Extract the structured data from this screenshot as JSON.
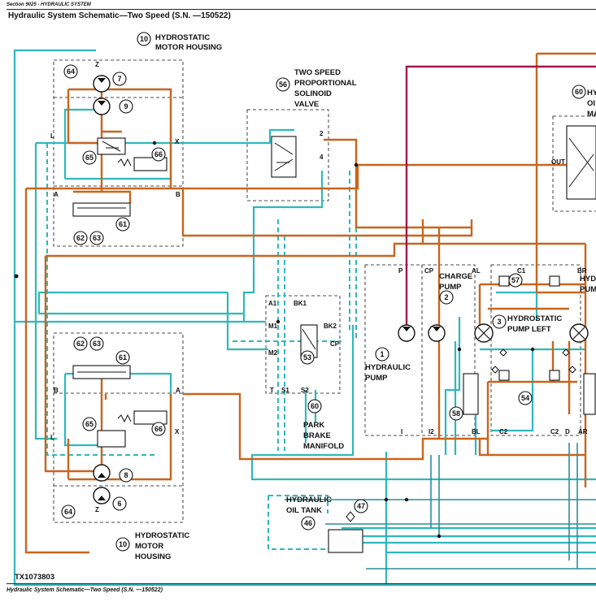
{
  "header": {
    "section": "Section 9025 - HYDRAULIC SYSTEM",
    "title": "Hydraulic System Schematic—Two Speed (S.N. —150522)"
  },
  "footer": {
    "figure_id": "TX1073803",
    "caption": "Hydraulic System Schematic—Two Speed (S.N. —150522)"
  },
  "colors": {
    "pressure_line": "#c8651e",
    "charge_line": "#2fb8bb",
    "pilot_line": "#a3174a",
    "return_line": "#2a8d99",
    "outline": "#111111"
  },
  "labels": {
    "motor_housing_top": [
      "HYDROSTATIC",
      "MOTOR HOUSING"
    ],
    "motor_housing_bottom": [
      "HYDROSTATIC",
      "MOTOR",
      "HOUSING"
    ],
    "two_speed_valve": [
      "TWO SPEED",
      "PROPORTIONAL",
      "SOLINOID",
      "VALVE"
    ],
    "park_brake": [
      "PARK",
      "BRAKE",
      "MANIFOLD"
    ],
    "hydraulic_oil_tank": [
      "HYDRAULIC",
      "OIL TANK"
    ],
    "charge_pump": [
      "CHARGE",
      "PUMP"
    ],
    "hydraulic_pump": [
      "HYDRAULIC",
      "PUMP"
    ],
    "pump_left": [
      "HYDROSTATIC",
      "PUMP LEFT"
    ],
    "pump_right_partial": [
      "HYD",
      "PUM"
    ],
    "oil_manifold_partial": [
      "HY",
      "OI",
      "MA"
    ],
    "out": "OUT"
  },
  "port_labels": {
    "X_top": "X",
    "L_top": "L",
    "A_top": "A",
    "B_top": "B",
    "Z_top": "Z",
    "X_bottom": "X",
    "L_bottom": "L",
    "A_bottom": "A",
    "B_bottom": "B",
    "Z_bottom": "Z",
    "valve_port_2": "2",
    "valve_port_4": "4",
    "A1": "A1",
    "M1": "M1",
    "M2": "M2",
    "T": "T",
    "S1": "S1",
    "S2": "S2",
    "BK1": "BK1",
    "BK2": "BK2",
    "CP_brake": "CP",
    "P": "P",
    "CP_pump": "CP",
    "I": "I",
    "I2": "I2",
    "AL": "AL",
    "C1": "C1",
    "BR": "BR",
    "BL": "BL",
    "C2_left": "C2",
    "C2_right": "C2",
    "D": "D",
    "AR": "AR"
  },
  "callouts": {
    "c10a": "10",
    "c64a": "64",
    "c7": "7",
    "c9": "9",
    "c65a": "65",
    "c66a": "66",
    "c61a": "61",
    "c62a": "62",
    "c63a": "63",
    "c56": "56",
    "c60a": "60",
    "c60b": "60",
    "c53": "53",
    "c1": "1",
    "c2": "2",
    "c3": "3",
    "c57": "57",
    "c54": "54",
    "c58": "58",
    "c62b": "62",
    "c63b": "63",
    "c61b": "61",
    "c65b": "65",
    "c66b": "66",
    "c8": "8",
    "c6": "6",
    "c64b": "64",
    "c10b": "10",
    "c47": "47",
    "c46": "46"
  }
}
